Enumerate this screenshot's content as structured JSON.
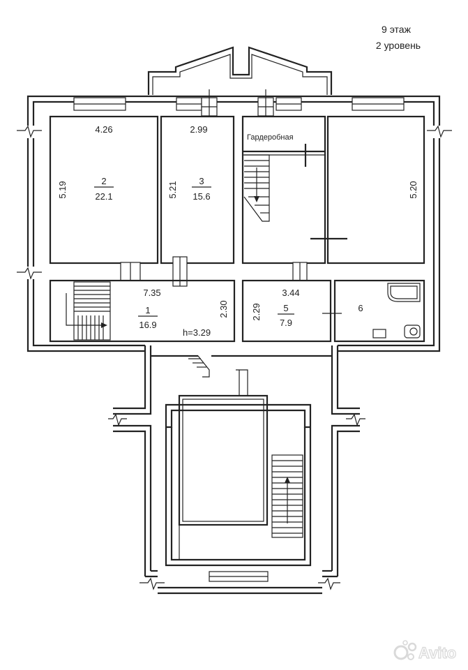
{
  "header": {
    "floor_label": "9 этаж",
    "level_label": "2 уровень"
  },
  "rooms": [
    {
      "id": "room-2",
      "number": "2",
      "area": "22.1",
      "width_dim": "4.26",
      "height_dim": "5.19"
    },
    {
      "id": "room-3",
      "number": "3",
      "area": "15.6",
      "width_dim": "2.99",
      "height_dim": "5.21"
    },
    {
      "id": "wardrobe",
      "label": "Гардеробная"
    },
    {
      "id": "room-right",
      "height_dim": "5.20"
    },
    {
      "id": "room-1",
      "number": "1",
      "area": "16.9",
      "width_dim": "7.35",
      "height_dim": "2.30",
      "ceiling": "h=3.29"
    },
    {
      "id": "room-5",
      "number": "5",
      "area": "7.9",
      "width_dim": "3.44",
      "height_dim": "2.29"
    },
    {
      "id": "room-6",
      "number": "6"
    }
  ],
  "watermark": "Avito"
}
